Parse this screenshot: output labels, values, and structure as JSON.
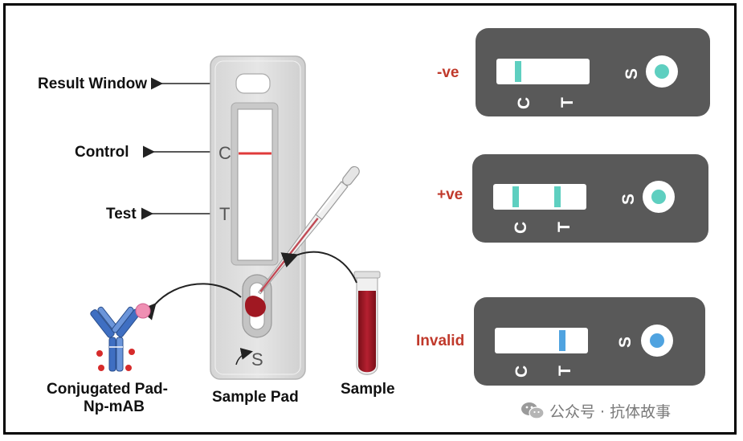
{
  "labels": {
    "result_window": "Result Window",
    "control": "Control",
    "test": "Test",
    "conjugated_line1": "Conjugated Pad-",
    "conjugated_line2": "Np-mAB",
    "sample_pad": "Sample Pad",
    "sample": "Sample"
  },
  "cassette_letters": {
    "c": "C",
    "t": "T",
    "s": "S"
  },
  "results": [
    {
      "label": "-ve",
      "c": "C",
      "t": "T",
      "s": "S"
    },
    {
      "label": "+ve",
      "c": "C",
      "t": "T",
      "s": "S"
    },
    {
      "label": "Invalid",
      "c": "C",
      "t": "T",
      "s": "S"
    }
  ],
  "watermark": {
    "text": "公众号 · 抗体故事",
    "icon": "wechat-icon"
  },
  "colors": {
    "control_line": "#e03b3b",
    "teal_line": "#5ecfc0",
    "invalid_line": "#4fa3e0",
    "result_card": "#595959",
    "result_label": "#c0392b",
    "blood": "#a01822"
  }
}
